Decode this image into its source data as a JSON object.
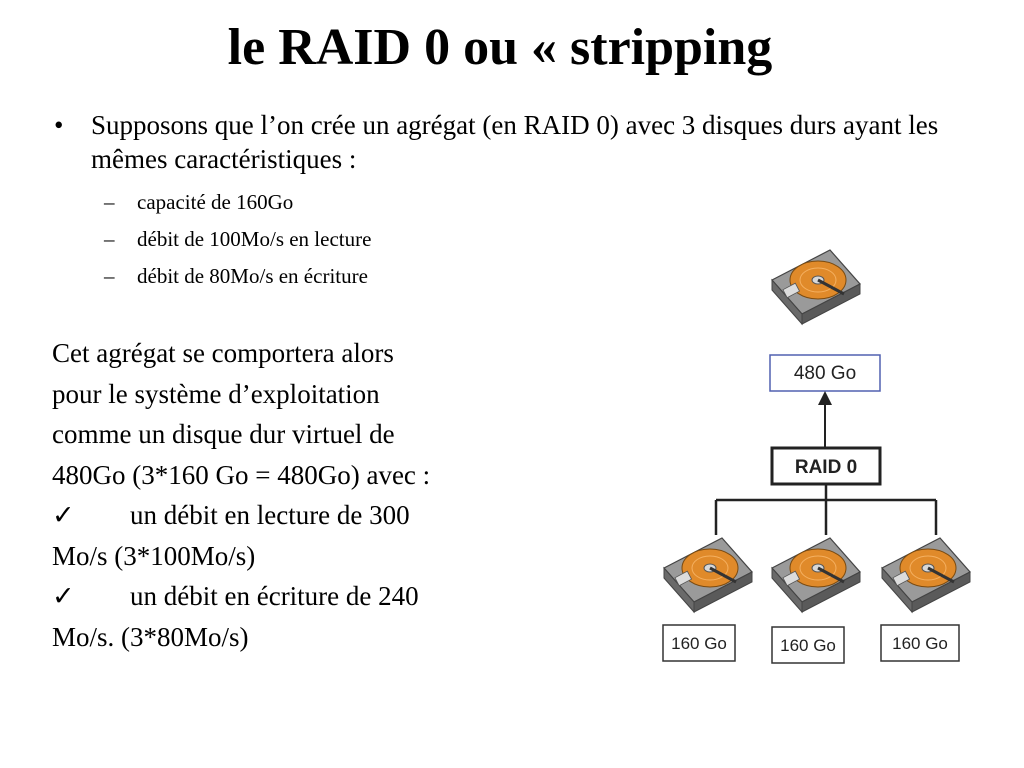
{
  "slide": {
    "title": "le RAID 0 ou « stripping",
    "bullet": "Supposons que l’on crée un agrégat (en RAID 0) avec 3 disques durs ayant les mêmes caractéristiques :",
    "sub_items": [
      "capacité de 160Go",
      "débit de 100Mo/s en lecture",
      "débit de 80Mo/s en écriture"
    ],
    "paragraph_lines": [
      "Cet agrégat se comportera alors",
      "pour le système d’exploitation",
      "comme un disque dur virtuel de",
      "480Go (3*160 Go = 480Go) avec :"
    ],
    "checks": [
      {
        "mark": "✓",
        "first": "un débit en lecture de 300",
        "second": "Mo/s (3*100Mo/s)"
      },
      {
        "mark": "✓",
        "first": "un débit en écriture de 240",
        "second": "Mo/s. (3*80Mo/s)"
      }
    ]
  },
  "diagram": {
    "virtual_disk_label": "480 Go",
    "raid_label": "RAID 0",
    "disk_labels": [
      "160 Go",
      "160 Go",
      "160 Go"
    ],
    "colors": {
      "virtual_box_border": "#5060b0",
      "platter": "#e08a2a",
      "disk_case": "#8a8a8a"
    }
  }
}
